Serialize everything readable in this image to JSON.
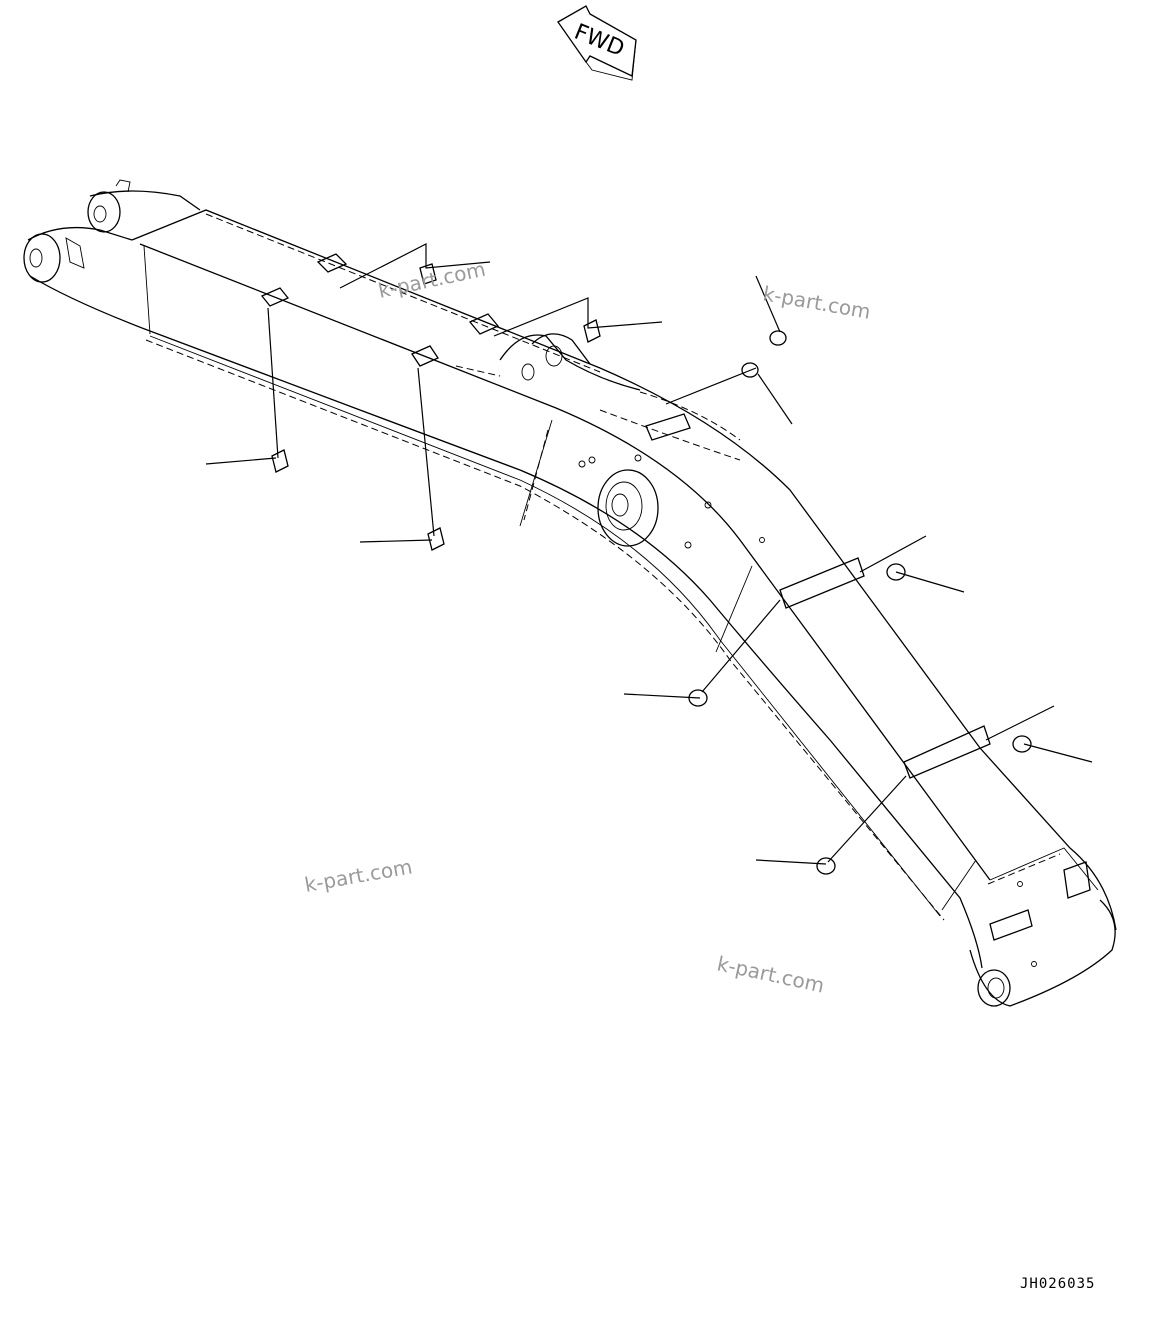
{
  "figure": {
    "direction_label": "FWD",
    "drawing_code": "JH026035"
  },
  "watermarks": [
    "k-part.com",
    "k-part.com",
    "k-part.com",
    "k-part.com"
  ],
  "icons": {
    "direction_arrow": "fwd-arrow-icon",
    "pad": "wear-pad-icon"
  }
}
